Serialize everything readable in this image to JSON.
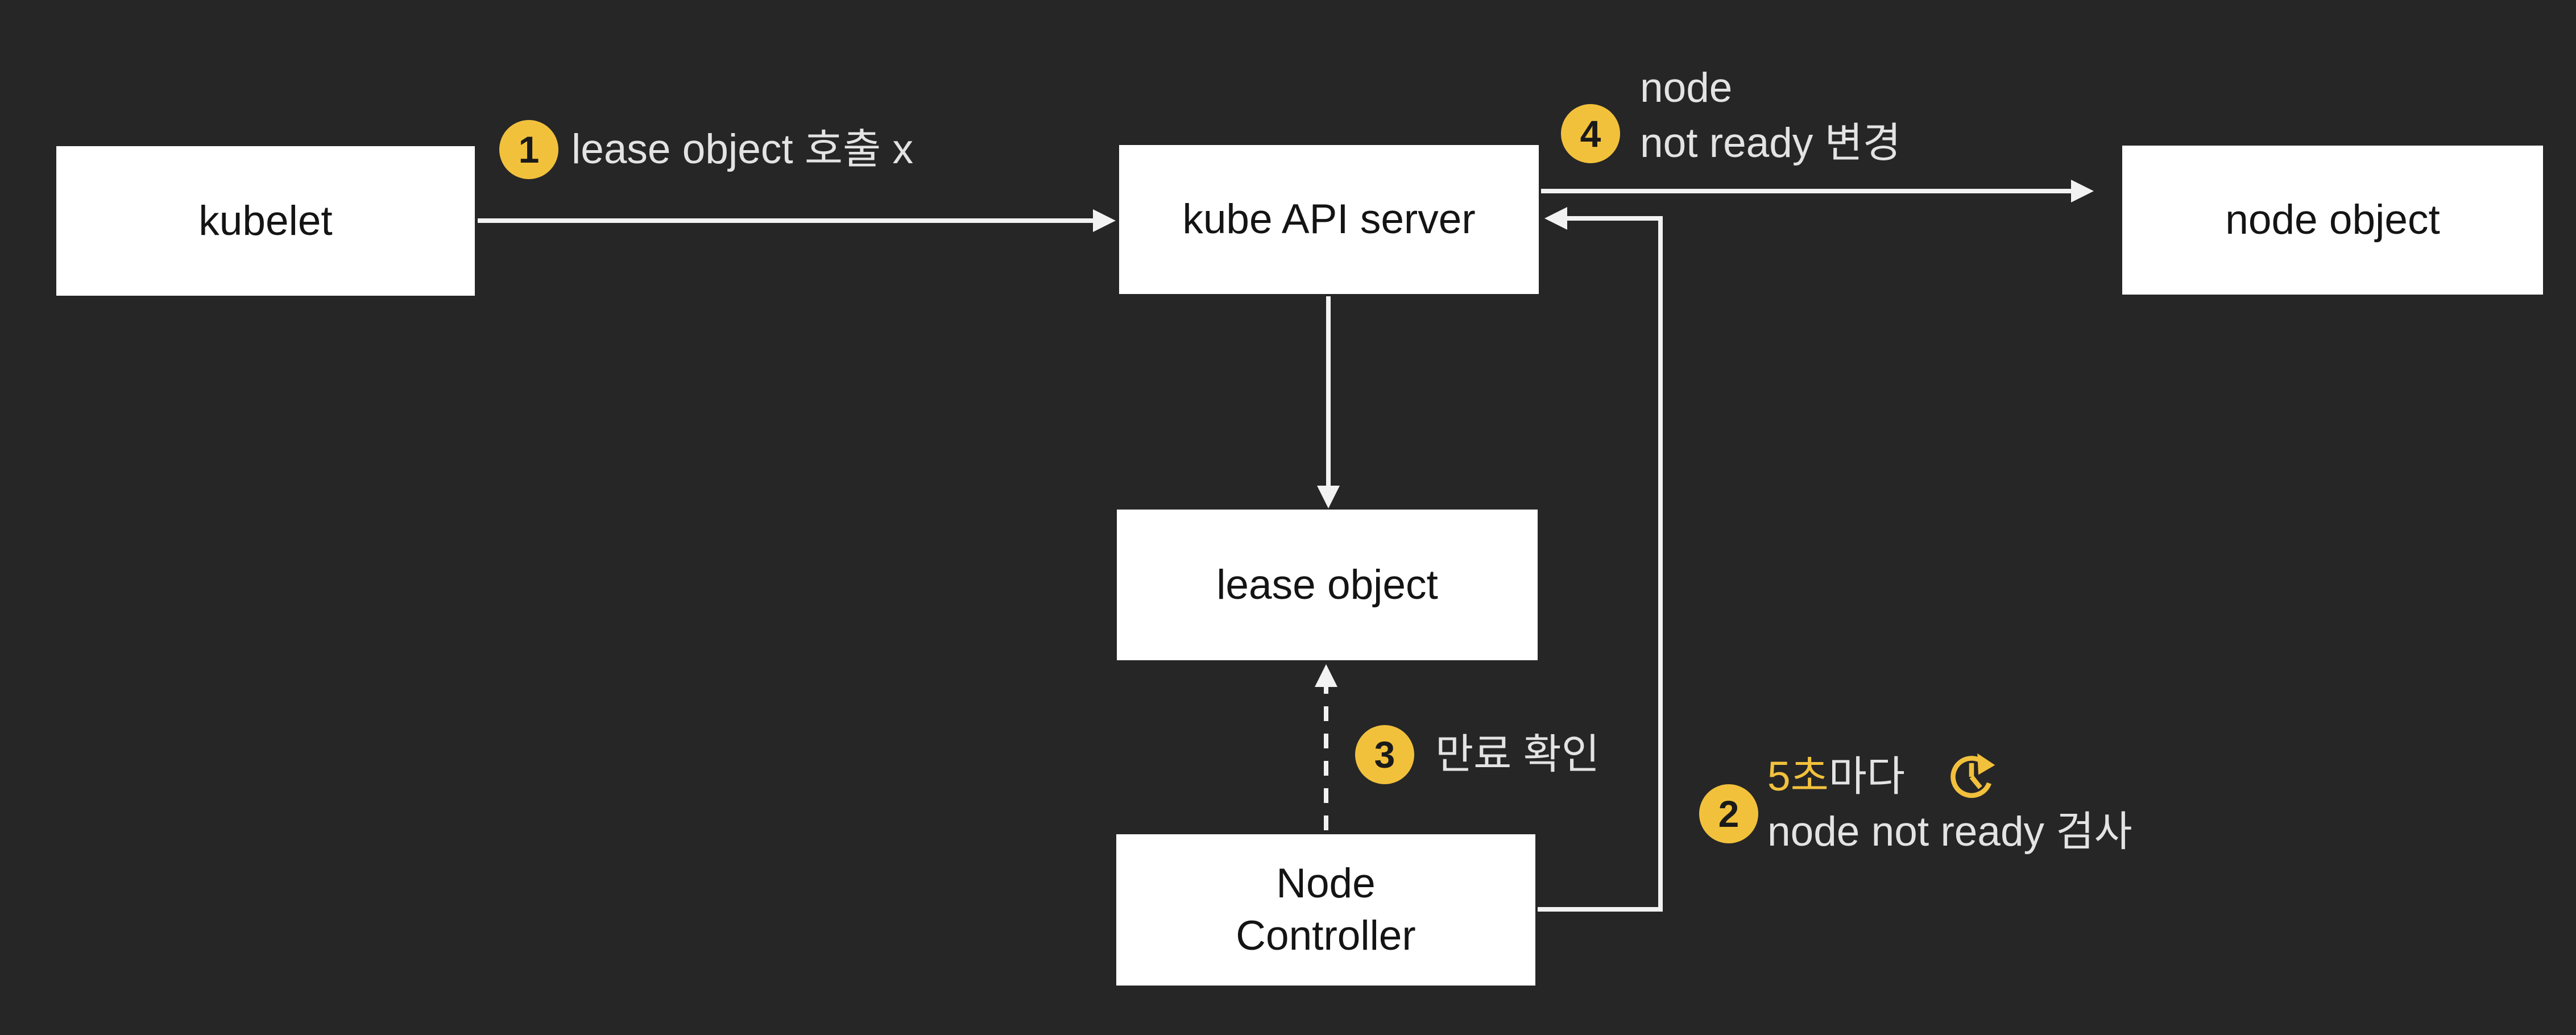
{
  "theme": {
    "background": "#262627",
    "box_fill": "#ffffff",
    "box_text": "#141414",
    "label_text": "#e3e3e3",
    "accent": "#f2c13c",
    "arrow": "#f2f2f2"
  },
  "nodes": {
    "kubelet": {
      "label": "kubelet"
    },
    "api_server": {
      "label": "kube API server"
    },
    "node_object": {
      "label": "node object"
    },
    "lease_object": {
      "label": "lease object"
    },
    "node_controller": {
      "label": "Node\nController"
    }
  },
  "annotations": {
    "step1": {
      "number": "1",
      "text": "lease object 호출 x"
    },
    "step2": {
      "number": "2",
      "line1_highlight": "5초",
      "line1_rest": "마다",
      "icon": "clock-refresh-icon",
      "line2": "node not ready 검사"
    },
    "step3": {
      "number": "3",
      "text": "만료 확인"
    },
    "step4": {
      "number": "4",
      "line1": "node",
      "line2": "not ready 변경"
    }
  }
}
